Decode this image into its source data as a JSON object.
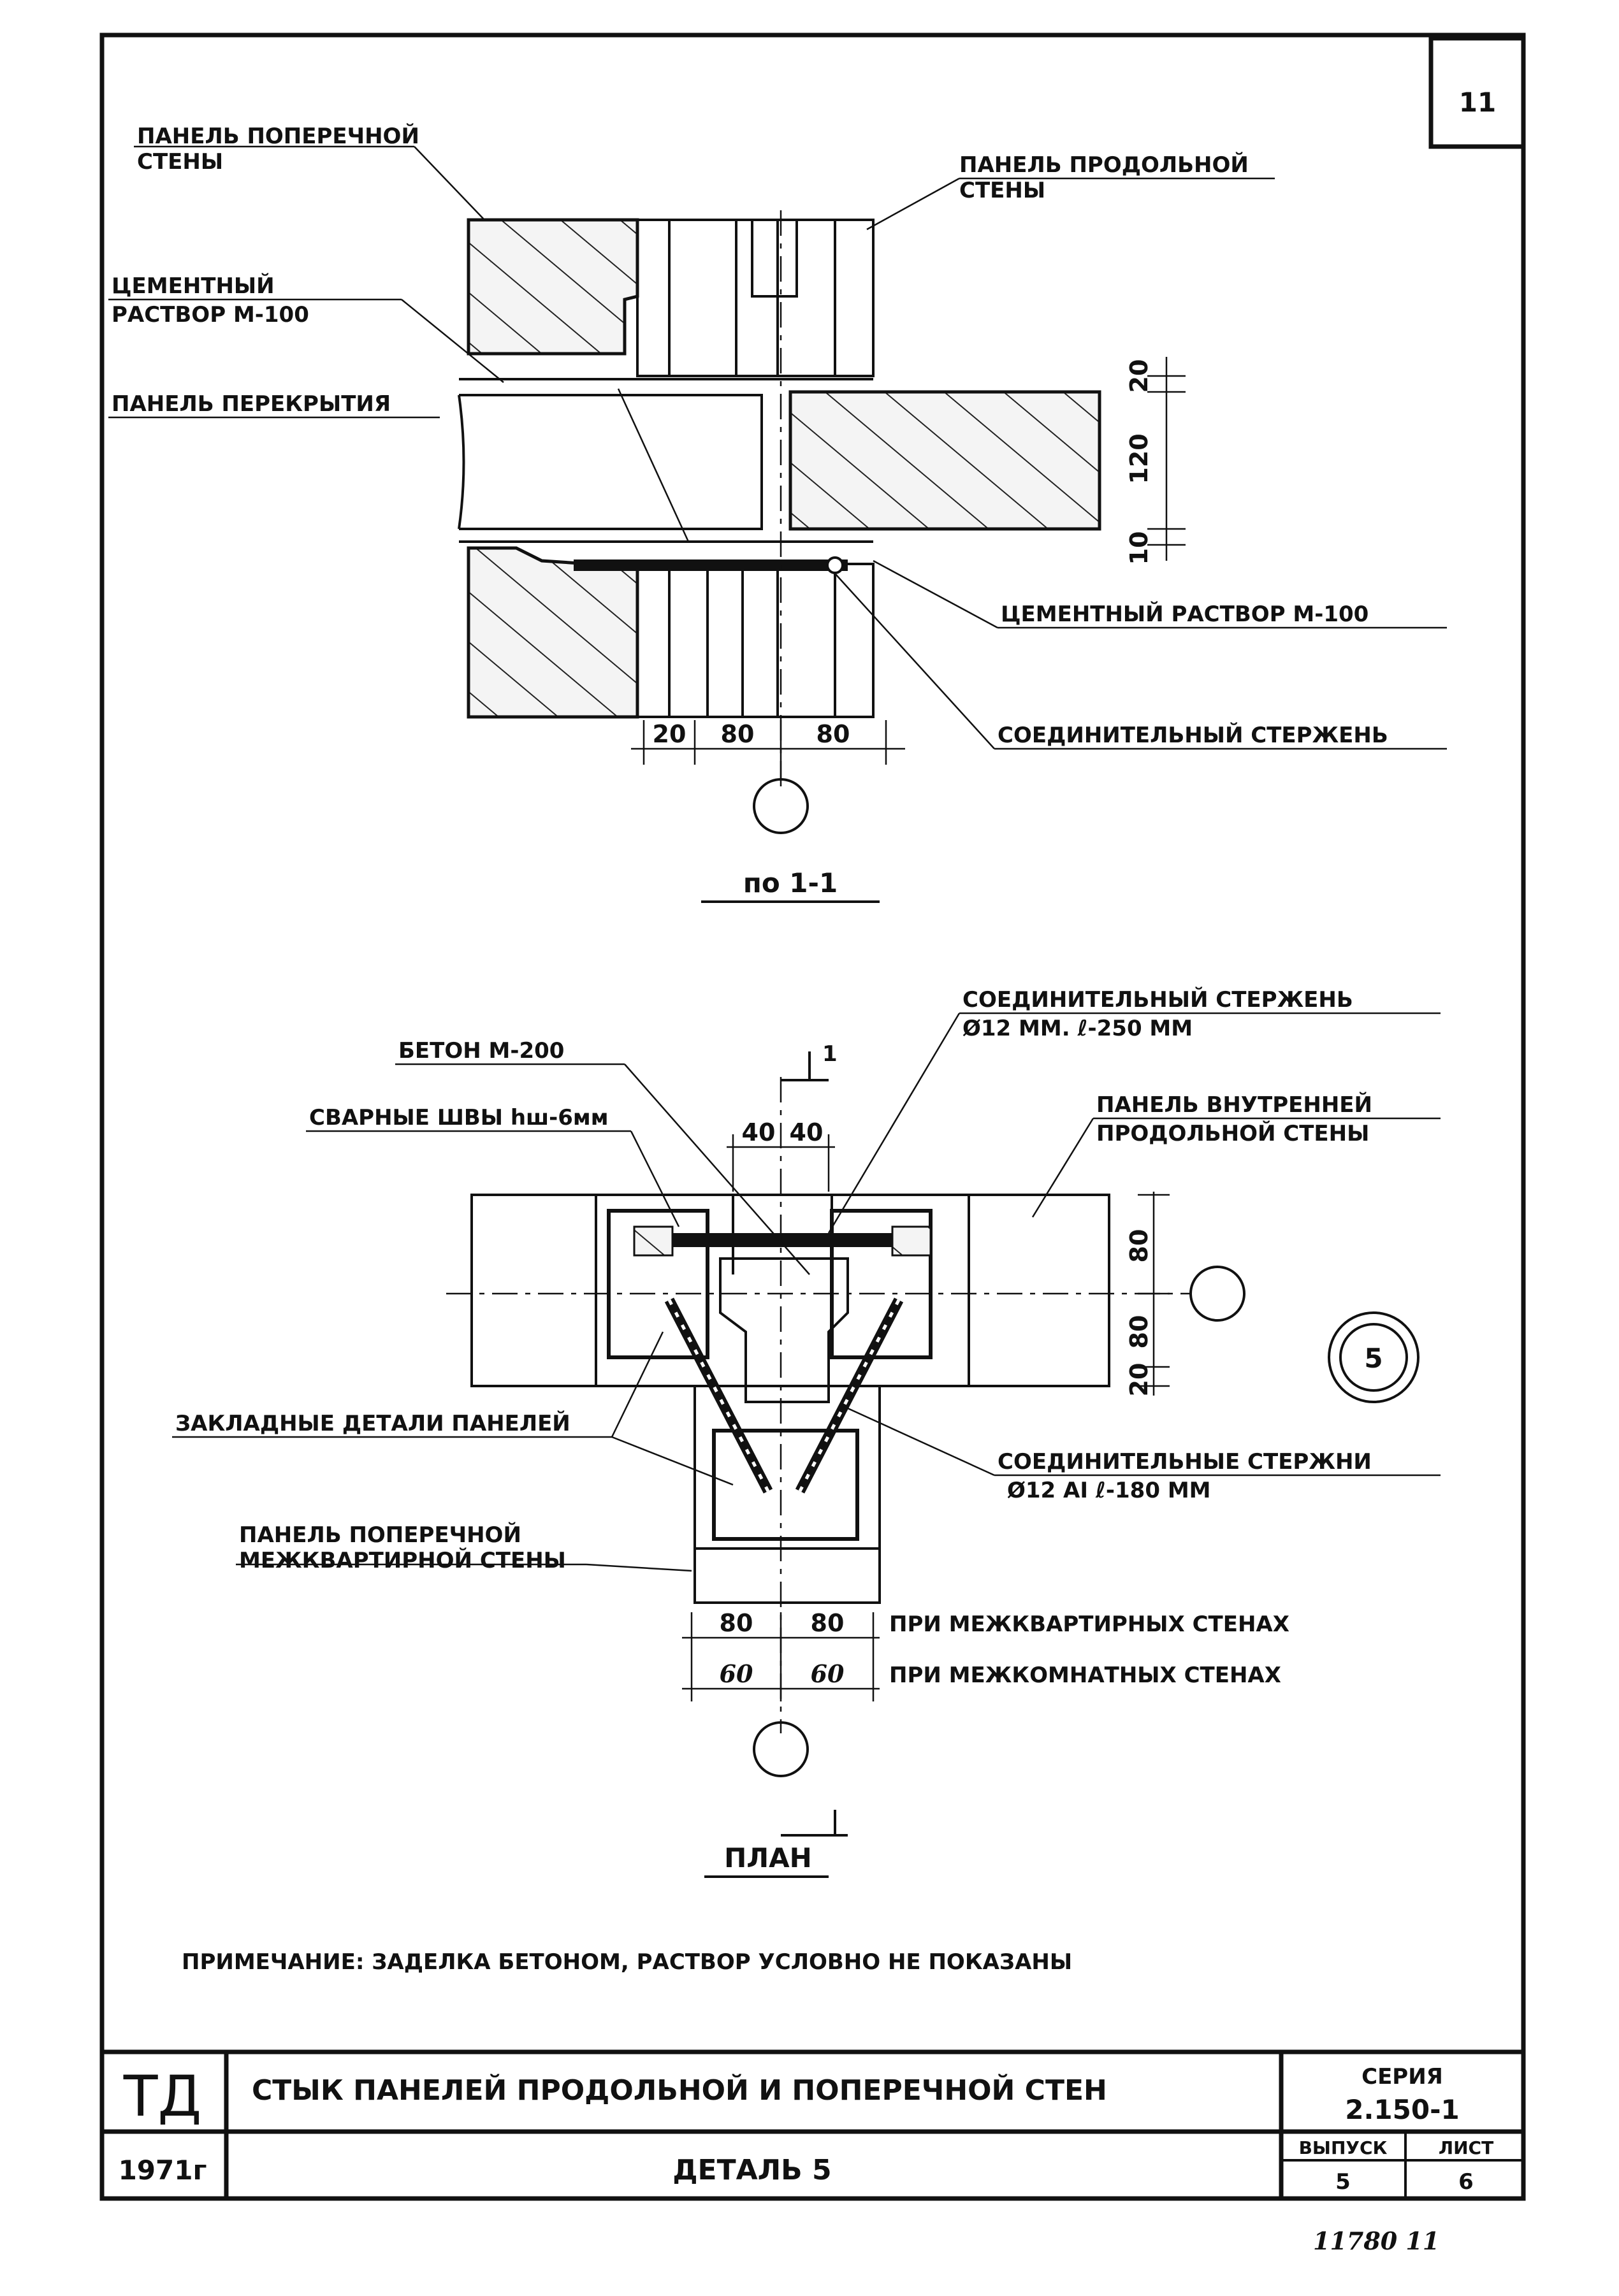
{
  "sheet_badge": "11",
  "section": {
    "title": "по 1-1",
    "labels": {
      "transverse_panel": [
        "ПАНЕЛЬ ПОПЕРЕЧНОЙ",
        "СТЕНЫ"
      ],
      "longitudinal_panel": [
        "ПАНЕЛЬ ПРОДОЛЬНОЙ",
        "СТЕНЫ"
      ],
      "cement_mortar_left": [
        "ЦЕМЕНТНЫЙ",
        "РАСТВОР М-100"
      ],
      "floor_panel": "ПАНЕЛЬ ПЕРЕКРЫТИЯ",
      "cement_mortar_right": "ЦЕМЕНТНЫЙ РАСТВОР М-100",
      "connecting_rod": "СОЕДИНИТЕЛЬНЫЙ СТЕРЖЕНЬ"
    },
    "dims_bottom": [
      "20",
      "80",
      "80"
    ],
    "dims_right": [
      "20",
      "120",
      "10"
    ]
  },
  "plan": {
    "title": "ПЛАН",
    "section_mark": "1",
    "labels": {
      "concrete": "БЕТОН М-200",
      "welds": "СВАРНЫЕ ШВЫ hш-6мм",
      "rod_top": [
        "СОЕДИНИТЕЛЬНЫЙ СТЕРЖЕНЬ",
        "Ø12 ММ.   ℓ-250 ММ"
      ],
      "inner_panel": [
        "ПАНЕЛЬ ВНУТРЕННЕЙ",
        "ПРОДОЛЬНОЙ СТЕНЫ"
      ],
      "embedded": "ЗАКЛАДНЫЕ ДЕТАЛИ ПАНЕЛЕЙ",
      "rods_bottom": [
        "СОЕДИНИТЕЛЬНЫЕ СТЕРЖНИ",
        "Ø12 AI      ℓ-180 ММ"
      ],
      "cross_panel": [
        "ПАНЕЛЬ ПОПЕРЕЧНОЙ",
        "МЕЖКВАРТИРНОЙ СТЕНЫ"
      ]
    },
    "dims_top": [
      "40",
      "40"
    ],
    "dims_right": [
      "80",
      "80",
      "20"
    ],
    "dim_rows": [
      {
        "left": "80",
        "right": "80",
        "note": "ПРИ МЕЖКВАРТИРНЫХ СТЕНАХ"
      },
      {
        "left": "60",
        "right": "60",
        "note": "ПРИ МЕЖКОМНАТНЫХ СТЕНАХ"
      }
    ],
    "node_number": "5"
  },
  "note": "ПРИМЕЧАНИЕ: ЗАДЕЛКА БЕТОНОМ, РАСТВОР УСЛОВНО НЕ ПОКАЗАНЫ",
  "title_block": {
    "org": "ТД",
    "year": "1971г",
    "title": "СТЫК ПАНЕЛЕЙ ПРОДОЛЬНОЙ И ПОПЕРЕЧНОЙ СТЕН",
    "detail": "ДЕТАЛЬ 5",
    "series_label": "СЕРИЯ",
    "series": "2.150-1",
    "issue_label": "ВЫПУСК",
    "issue": "5",
    "sheet_label": "ЛИСТ",
    "sheet": "6"
  },
  "footer_handwritten": "11780   11"
}
